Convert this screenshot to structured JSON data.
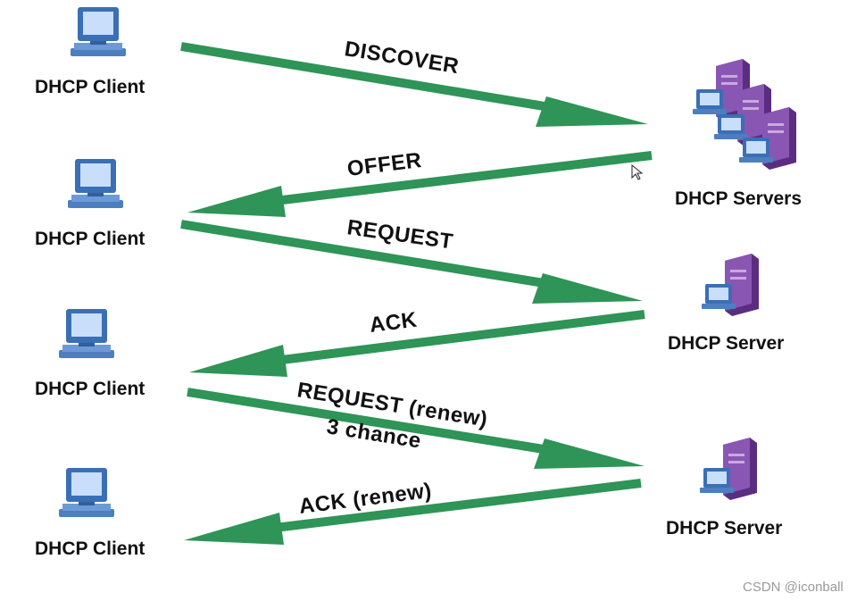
{
  "nodes": {
    "client_label": "DHCP Client",
    "servers_label": "DHCP Servers",
    "server_label": "DHCP Server"
  },
  "messages": {
    "discover": "DISCOVER",
    "offer": "OFFER",
    "request": "REQUEST",
    "ack": "ACK",
    "request_renew_line1": "REQUEST (renew)",
    "request_renew_line2": "3 chance",
    "ack_renew": "ACK (renew)"
  },
  "watermark": "CSDN @iconball",
  "colors": {
    "arrow": "#2e9457",
    "server_purple": "#6b3a8e",
    "monitor_blue": "#3a6fb5"
  }
}
